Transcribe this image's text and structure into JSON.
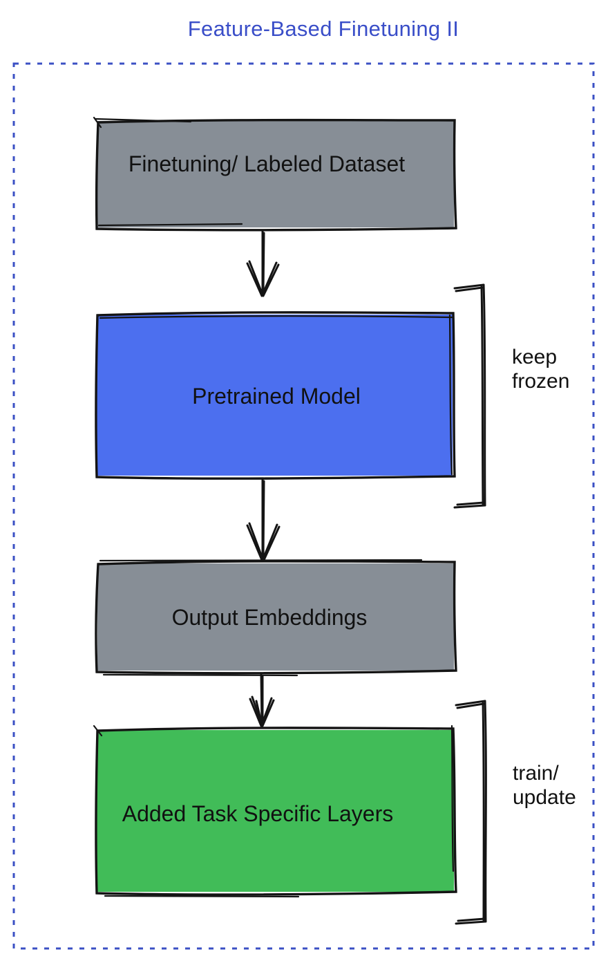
{
  "title": "Feature-Based Finetuning II",
  "colors": {
    "title_text": "#3a4ec8",
    "dotted_border": "#3b50c4",
    "sketch_stroke": "#141414",
    "gray_node": "#878e96",
    "blue_node": "#4c6fef",
    "green_node": "#41bc58",
    "label_text": "#111111"
  },
  "nodes": [
    {
      "label": "Finetuning/ Labeled Dataset",
      "color_key": "gray_node"
    },
    {
      "label": "Pretrained Model",
      "color_key": "blue_node"
    },
    {
      "label": "Output Embeddings",
      "color_key": "gray_node"
    },
    {
      "label": "Added Task Specific Layers",
      "color_key": "green_node"
    }
  ],
  "annotations": [
    {
      "lines": [
        "keep",
        "frozen"
      ],
      "applies_to": "Pretrained Model"
    },
    {
      "lines": [
        "train/",
        "update"
      ],
      "applies_to": "Added Task Specific Layers"
    }
  ]
}
